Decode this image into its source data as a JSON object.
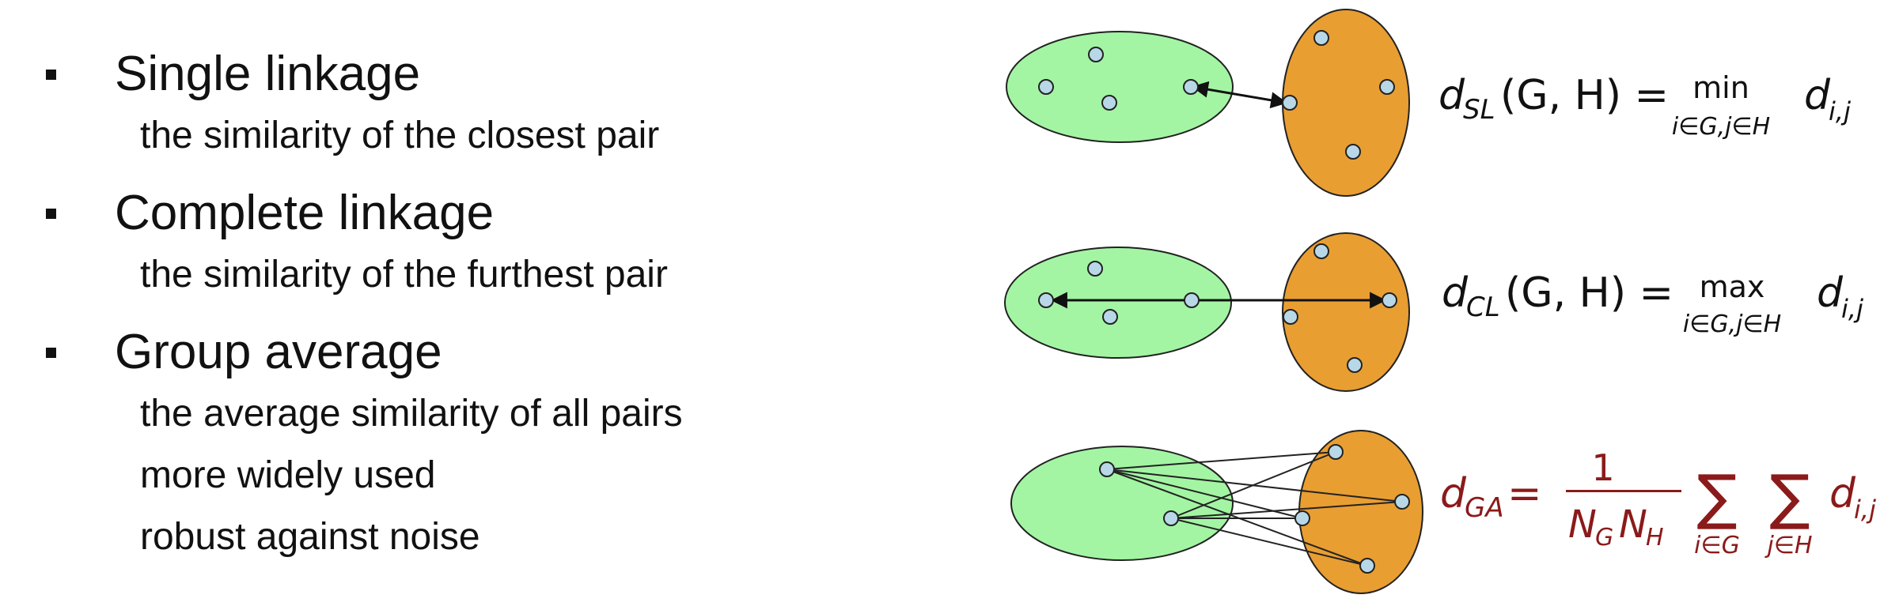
{
  "bullets": [
    {
      "title": "Single linkage",
      "lines": [
        "the similarity of the closest pair"
      ]
    },
    {
      "title": "Complete linkage",
      "lines": [
        "the similarity of the furthest pair"
      ]
    },
    {
      "title": "Group average",
      "lines": [
        "the average similarity of all pairs",
        "more widely used",
        "robust against noise"
      ]
    }
  ],
  "formulas": {
    "single": {
      "d": "d",
      "sub": "SL",
      "args": "(G, H) =",
      "op": "min",
      "under": "i∈G,j∈H",
      "term": "d",
      "term_sub": "i,j"
    },
    "complete": {
      "d": "d",
      "sub": "CL",
      "args": "(G, H) =",
      "op": "max",
      "under": "i∈G,j∈H",
      "term": "d",
      "term_sub": "i,j"
    },
    "group": {
      "d": "d",
      "sub": "GA",
      "eq": "=",
      "num": "1",
      "den_n1": "N",
      "den_s1": "G",
      "den_n2": "N",
      "den_s2": "H",
      "sum": "∑",
      "under1": "i∈G",
      "under2": "j∈H",
      "term": "d",
      "term_sub": "i,j"
    }
  },
  "colors": {
    "cluster_g": "#a3f5a3",
    "cluster_h": "#e99e32",
    "point": "#b8d8e8",
    "formula_dark": "#111111",
    "formula_red": "#8b1a1a"
  }
}
